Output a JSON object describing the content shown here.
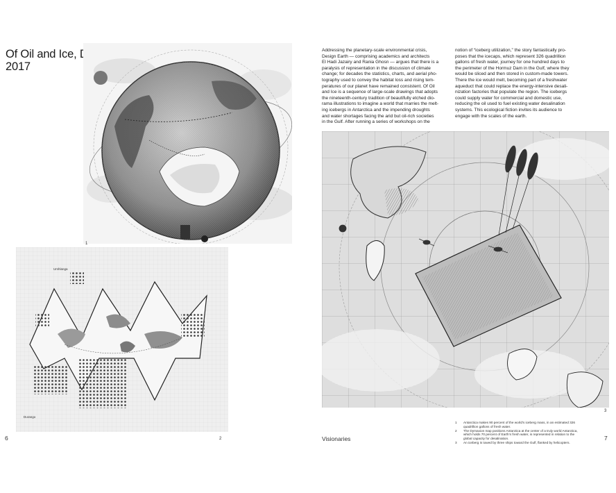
{
  "left_page": {
    "title_line1": "Of Oil and Ice, Design Earth",
    "title_line2": "2017",
    "figure1_number": "1",
    "figure2_number": "2",
    "map_label_top": "Umhlanga",
    "map_label_bottom": "Durango",
    "page_number": "6"
  },
  "right_page": {
    "column1": [
      "Addressing the planetary-scale environmental crisis,",
      "Design Earth — comprising academics and architects",
      "El Hadi Jazairy and Rania Ghosn — argues that there is a",
      "paralysis of representation in the discussion of climate",
      "change; for decades the statistics, charts, and aerial pho-",
      "tography used to convey the habitat loss and rising tem-",
      "peratures of our planet have remained consistent. Of Oil",
      "and Ice is a sequence of large-scale drawings that adopts",
      "the nineteenth-century tradition of beautifully etched dio-",
      "rama illustrations to imagine a world that marries the melt-",
      "ing icebergs in Antarctica and the impending droughts",
      "and water shortages facing the arid but oil-rich societies",
      "in the Gulf. After running a series of workshops on the"
    ],
    "column2": [
      "notion of “iceberg utilization,” the story fantastically pro-",
      "poses that the icecaps, which represent 326 quadrillion",
      "gallons of fresh water, journey for one hundred days to",
      "the perimeter of the Hormuz Dam in the Gulf, where they",
      "would be sliced and then stored in custom-made towers.",
      "There the ice would melt, becoming part of a freshwater",
      "aqueduct that could replace the energy-intensive desali-",
      "nization factories that populate the region. The icebergs",
      "could supply water for commercial and domestic use,",
      "reducing the oil used to fuel existing water desalination",
      "systems. This ecological fiction invites its audience to",
      "engage with the scales of the earth."
    ],
    "figure3_number": "3",
    "captions": [
      {
        "num": "1",
        "lines": [
          "Antarctica makes 90 percent of the world’s iceberg mass, in an estimated 326",
          "quadrillion gallons of fresh water."
        ]
      },
      {
        "num": "2",
        "lines": [
          "The Dymaxion map positions Antarctica at the center of a truly world Antarctica,",
          "which holds 70 percent of Earth’s fresh water, is represented in relation to the",
          "global capacity for desalination."
        ]
      },
      {
        "num": "3",
        "lines": [
          "An iceberg is towed by three ships toward the Gulf, flanked by helicopters."
        ]
      }
    ],
    "section_label": "Visionaries",
    "page_number": "7"
  }
}
